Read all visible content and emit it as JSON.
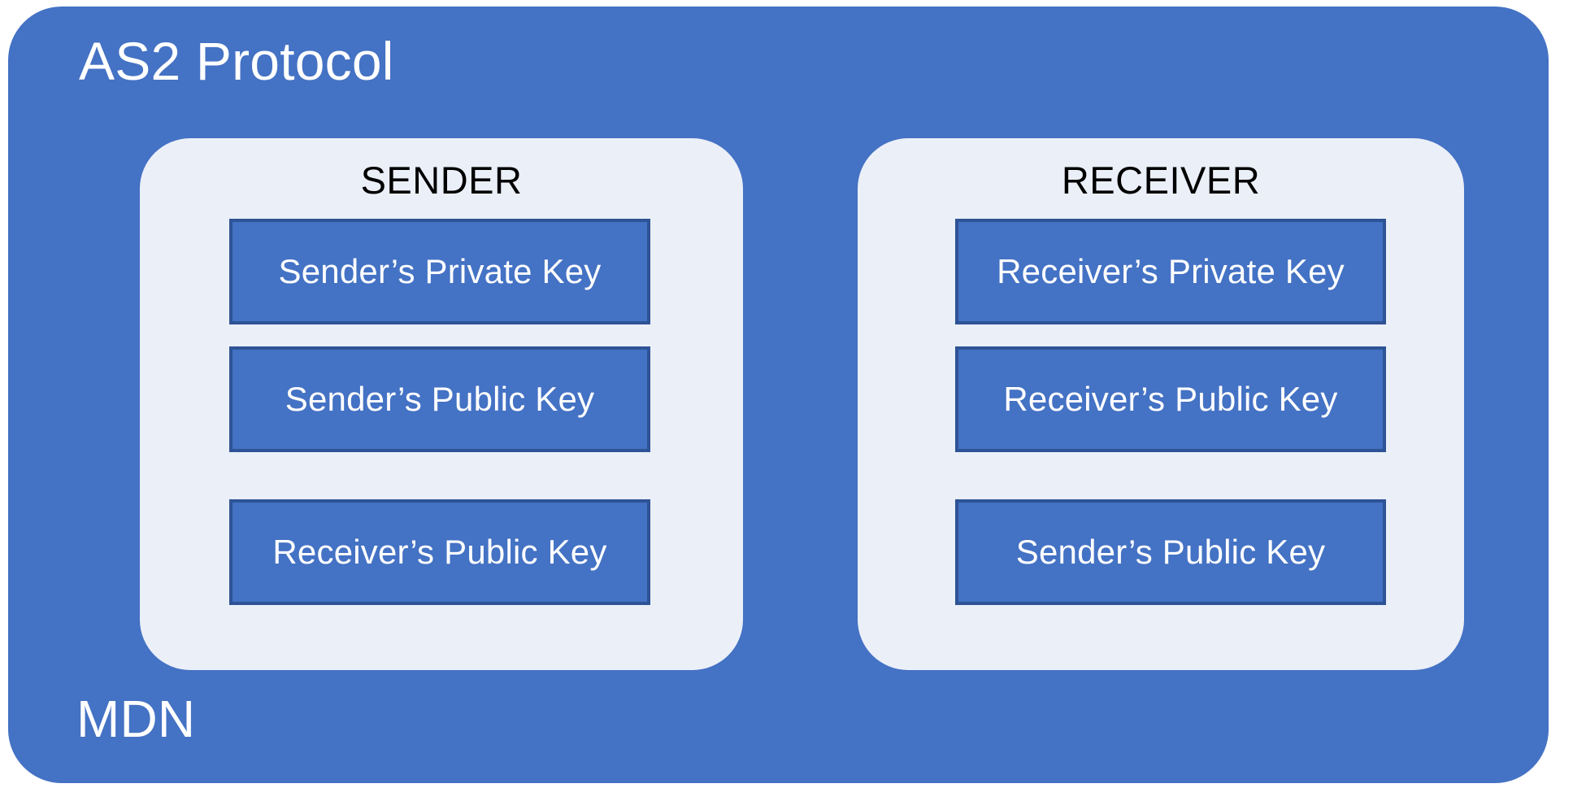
{
  "diagram": {
    "title": "AS2 Protocol",
    "footer_label": "MDN",
    "colors": {
      "protocol_background": "#4472C4",
      "panel_background": "#EBEFF8",
      "key_box_fill": "#4472C4",
      "key_box_border": "#2E5396",
      "title_text": "#FFFFFF",
      "panel_title_text": "#000000",
      "key_box_text": "#FFFFFF"
    },
    "parties": [
      {
        "id": "sender",
        "title": "SENDER",
        "keys": [
          {
            "label": "Sender’s Private Key"
          },
          {
            "label": "Sender’s Public Key"
          },
          {
            "label": "Receiver’s Public Key"
          }
        ]
      },
      {
        "id": "receiver",
        "title": "RECEIVER",
        "keys": [
          {
            "label": "Receiver’s Private Key"
          },
          {
            "label": "Receiver’s Public Key"
          },
          {
            "label": "Sender’s Public Key"
          }
        ]
      }
    ]
  }
}
